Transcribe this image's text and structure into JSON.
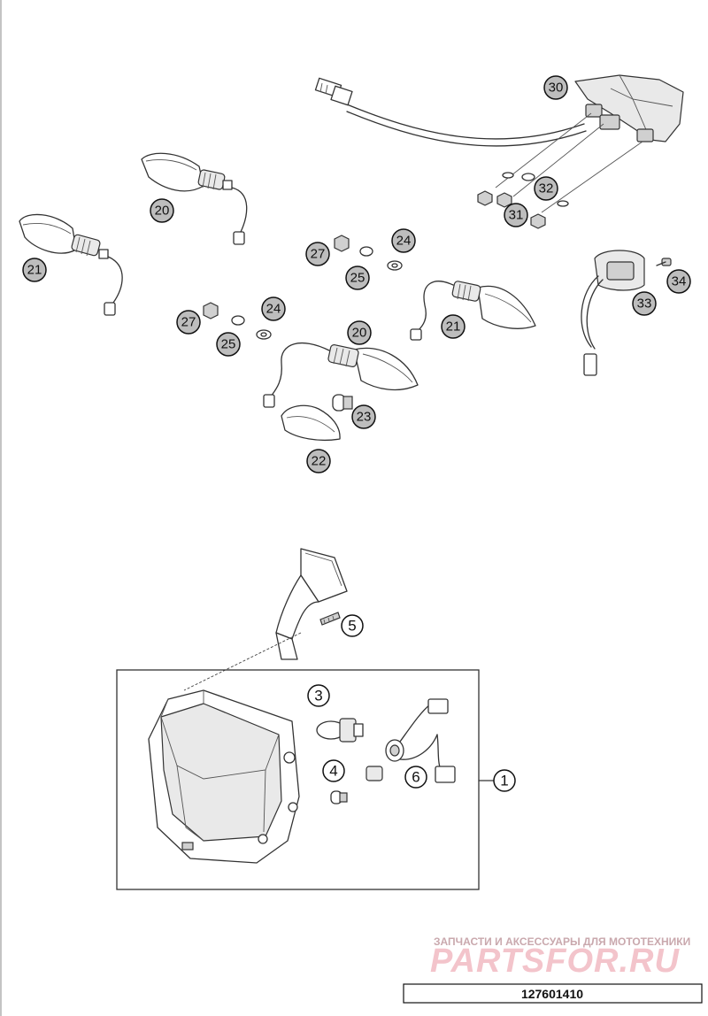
{
  "callouts": {
    "c30": "30",
    "c31": "31",
    "c32": "32",
    "c20a": "20",
    "c21a": "21",
    "c27a": "27",
    "c25a": "25",
    "c24a": "24",
    "c27b": "27",
    "c25b": "25",
    "c24b": "24",
    "c20b": "20",
    "c21b": "21",
    "c33": "33",
    "c34": "34",
    "c23": "23",
    "c22": "22",
    "c5": "5",
    "c3": "3",
    "c4": "4",
    "c6": "6",
    "c1": "1"
  },
  "watermark": {
    "tagline": "ЗАПЧАСТИ И АКСЕССУАРЫ ДЛЯ МОТОТЕХНИКИ",
    "brand": "PARTSFOR.RU"
  },
  "diagram_id": "127601410"
}
